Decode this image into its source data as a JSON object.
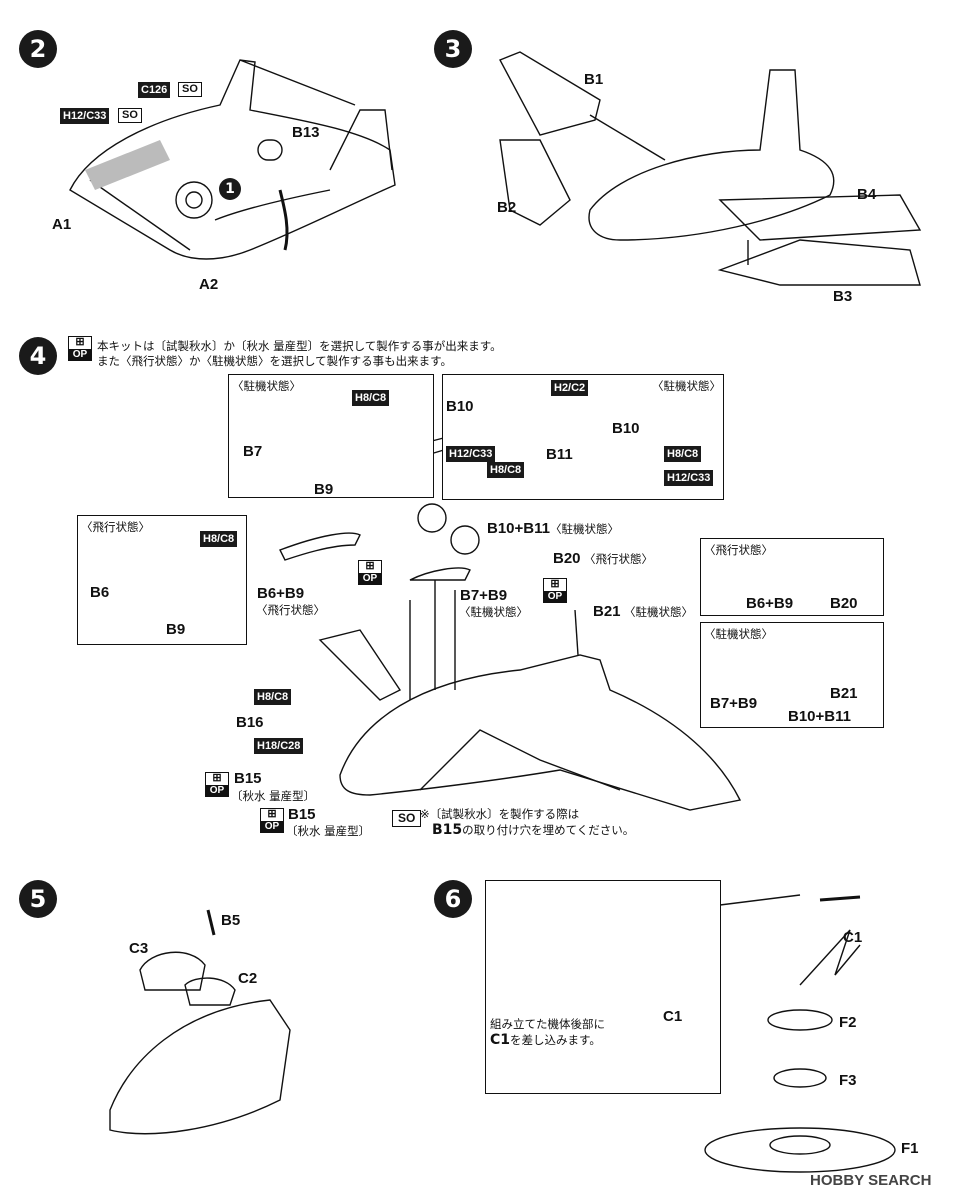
{
  "steps": [
    "2",
    "3",
    "4",
    "5",
    "6"
  ],
  "step2": {
    "parts": {
      "c126": "C126",
      "h12c33": "H12/C33",
      "b13": "B13",
      "a1": "A1",
      "a2": "A2"
    },
    "so": "SO",
    "sub_step": "1"
  },
  "step3": {
    "parts": {
      "b1": "B1",
      "b2": "B2",
      "b4": "B4",
      "b3": "B3"
    }
  },
  "step4": {
    "op": "OP",
    "note_line1": "本キットは〔試製秋水〕か〔秋水 量産型〕を選択して製作する事が出来ます。",
    "note_line2": "また〈飛行状態〉か〈駐機状態〉を選択して製作する事も出来ます。",
    "parked_label": "〈駐機状態〉",
    "flight_label": "〈飛行状態〉",
    "inset_parked_skid": {
      "b7": "B7",
      "h8c8": "H8/C8",
      "b9": "B9"
    },
    "inset_wheel": {
      "b10a": "B10",
      "h2c2": "H2/C2",
      "h12c33": "H12/C33",
      "h8c8": "H8/C8",
      "b11": "B11",
      "b10b": "B10",
      "h8c8b": "H8/C8",
      "h12c33b": "H12/C33"
    },
    "inset_flight_skid": {
      "b6": "B6",
      "h8c8": "H8/C8",
      "b9": "B9"
    },
    "b6b9": "B6+B9",
    "b6b9_sub": "〈飛行状態〉",
    "b10b11": "B10+B11",
    "b10b11_sub": "〈駐機状態〉",
    "b20": "B20",
    "b20_sub": "〈飛行状態〉",
    "b7b9": "B7+B9",
    "b7b9_sub": "〈駐機状態〉",
    "b21": "B21",
    "b21_sub": "〈駐機状態〉",
    "right_flight": {
      "label": "〈飛行状態〉",
      "b6b9": "B6+B9",
      "b20": "B20"
    },
    "right_parked": {
      "label": "〈駐機状態〉",
      "b7b9": "B7+B9",
      "b21": "B21",
      "b10b11": "B10+B11"
    },
    "h8c8": "H8/C8",
    "b16": "B16",
    "h18c28": "H18/C28",
    "b15a": "B15",
    "b15a_sub": "〔秋水 量産型〕",
    "b15b": "B15",
    "b15b_sub": "〔秋水 量産型〕",
    "so": "SO",
    "so_note_line1": "※〔試製秋水〕を製作する際は",
    "so_note_line2_part": "B15",
    "so_note_line2_rest": "の取り付け穴を埋めてください。"
  },
  "step5": {
    "parts": {
      "b5": "B5",
      "c3": "C3",
      "c2": "C2"
    }
  },
  "step6": {
    "parts": {
      "c1a": "C1",
      "c1b": "C1",
      "f2": "F2",
      "f3": "F3",
      "f1": "F1"
    },
    "note_line1": "組み立てた機体後部に",
    "note_line2_part": "C1",
    "note_line2_rest": "を差し込みます。"
  },
  "watermark": "HOBBY SEARCH"
}
